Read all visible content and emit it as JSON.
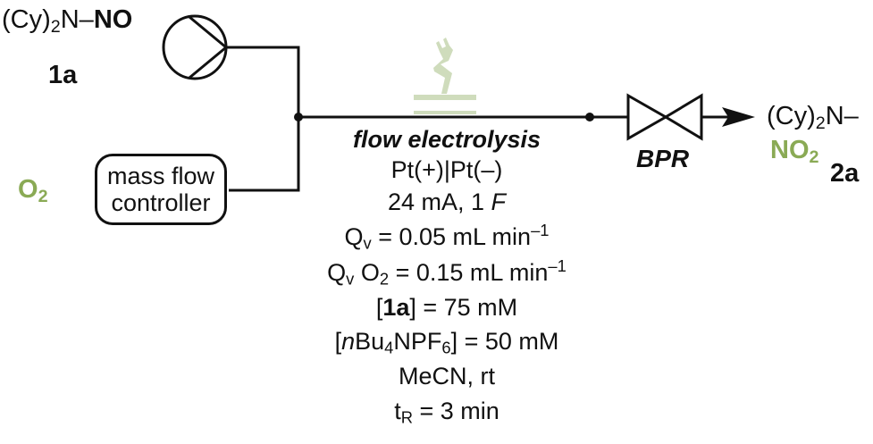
{
  "reactant": {
    "prefix": "(Cy)",
    "prefix_sub": "2",
    "middle": "N–",
    "group": "NO",
    "label": "1a"
  },
  "gas": {
    "symbol": "O",
    "sub": "2",
    "color": "#8aaa55"
  },
  "mass_flow_controller": {
    "line1": "mass flow",
    "line2": "controller"
  },
  "reactor": {
    "title": "flow electrolysis",
    "electrodes": "Pt(+)|Pt(–)",
    "current": "24 mA, 1 ",
    "current_unit": "F",
    "qv_label": "Q",
    "qv_sub": "v",
    "qv_value": " = 0.05 mL min",
    "qv_sup": "–1",
    "qv_o2_label": "Q",
    "qv_o2_sub": "v",
    "qv_o2_gas": " O",
    "qv_o2_gas_sub": "2",
    "qv_o2_value": " = 0.15 mL min",
    "qv_o2_sup": "–1",
    "conc_1a_open": "[",
    "conc_1a_bold": "1a",
    "conc_1a_value": "] = 75 mM",
    "electrolyte_open": "[",
    "electrolyte_n": "n",
    "electrolyte_bu": "Bu",
    "electrolyte_sub1": "4",
    "electrolyte_npf": "NPF",
    "electrolyte_sub2": "6",
    "electrolyte_value": "] = 50 mM",
    "solvent": "MeCN, rt",
    "tr_label": "t",
    "tr_sub": "R",
    "tr_value": " = 3 min",
    "icon_color": "#cfdcbc"
  },
  "bpr": {
    "label": "BPR"
  },
  "product": {
    "prefix": "(Cy)",
    "prefix_sub": "2",
    "middle": "N–",
    "group": "NO",
    "group_sub": "2",
    "label": "2a",
    "color": "#8aaa55"
  }
}
